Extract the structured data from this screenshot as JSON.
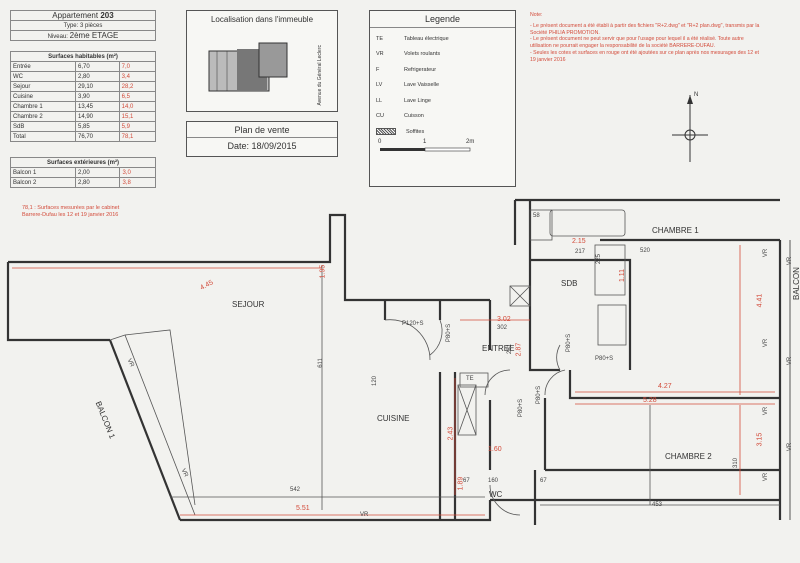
{
  "header": {
    "appartement_label": "Appartement",
    "appartement_num": "203",
    "type": "Type: 3 pièces",
    "niveau_label": "Niveau:",
    "niveau_value": "2ème ETAGE"
  },
  "surfaces_hab": {
    "title": "Surfaces habitables (m²)",
    "rows": [
      {
        "name": "Entrée",
        "v": "6,70",
        "r": "7,0"
      },
      {
        "name": "WC",
        "v": "2,80",
        "r": "3,4"
      },
      {
        "name": "Sejour",
        "v": "29,10",
        "r": "28,2"
      },
      {
        "name": "Cuisine",
        "v": "3,90",
        "r": "6,5"
      },
      {
        "name": "Chambre 1",
        "v": "13,45",
        "r": "14,0"
      },
      {
        "name": "Chambre 2",
        "v": "14,90",
        "r": "15,1"
      },
      {
        "name": "SdB",
        "v": "5,85",
        "r": "5,9"
      },
      {
        "name": "Total",
        "v": "76,70",
        "r": "78,1"
      }
    ]
  },
  "surfaces_ext": {
    "title": "Surfaces extérieures (m²)",
    "rows": [
      {
        "name": "Balcon 1",
        "v": "2,00",
        "r": "3,0"
      },
      {
        "name": "Balcon 2",
        "v": "2,80",
        "r": "3,8"
      }
    ]
  },
  "red_note": {
    "line1": "78,1 : Surfaces mesurées par le cabinet",
    "line2": "Barrere-Dufau les 12 et 19 janvier 2016"
  },
  "localisation": {
    "title": "Localisation dans l'immeuble",
    "street": "Avenue du Général Leclerc"
  },
  "plan_vente": {
    "title": "Plan de vente",
    "date": "Date: 18/09/2015"
  },
  "legende": {
    "title": "Legende",
    "items": [
      {
        "code": "TE",
        "label": "Tableau électrique"
      },
      {
        "code": "VR",
        "label": "Volets roulants"
      },
      {
        "code": "F",
        "label": "Refrigerateur"
      },
      {
        "code": "LV",
        "label": "Lave Vaisselle"
      },
      {
        "code": "LL",
        "label": "Lave Linge"
      },
      {
        "code": "CU",
        "label": "Cuisson"
      },
      {
        "code": "",
        "label": "Soffites"
      }
    ],
    "scale_0": "0",
    "scale_1": "1",
    "scale_2": "2m"
  },
  "notes": {
    "title": "Note:",
    "lines": [
      "- Le présent document a été établi à partir des fichiers \"R+2.dwg\" et \"R+2 plan.dwg\", transmis par la",
      "Société PHILIA PROMOTION.",
      "- Le présent document ne peut servir que pour l'usage pour lequel il a été réalisé. Toute autre",
      "utilisation ne pourrait engager la responsabilité de la société BARRERE-DUFAU.",
      "- Seules les cotes et surfaces en rouge ont été ajoutées sur ce plan après nos mesurages des 12 et",
      "19 janvier 2016"
    ]
  },
  "compass": {
    "north": "N"
  },
  "rooms": {
    "sejour": "SEJOUR",
    "cuisine": "CUISINE",
    "entree": "ENTREE",
    "sdb": "SDB",
    "wc": "WC",
    "chambre1": "CHAMBRE 1",
    "chambre2": "CHAMBRE 2",
    "balcon1": "BALCON 1",
    "balcon2": "BALCON 2"
  },
  "dims_red": [
    "4.45",
    "1.95",
    "5.51",
    "2.43",
    "1.60",
    "1.89",
    "3.02",
    "2.87",
    "2.15",
    "1.11",
    "4.27",
    "5.28",
    "4.41",
    "3.15"
  ],
  "dims_black": [
    "611",
    "542",
    "120",
    "P120+S",
    "P80+S",
    "302",
    "281",
    "P80+S",
    "P80+S",
    "P80+S",
    "P80+S",
    "160",
    "67",
    "67",
    "453",
    "520",
    "217",
    "225",
    "310",
    "TE",
    "VR",
    "VR",
    "VR",
    "VR",
    "VR",
    "VR",
    "VR",
    "VR",
    "VR",
    "VR",
    "58"
  ]
}
